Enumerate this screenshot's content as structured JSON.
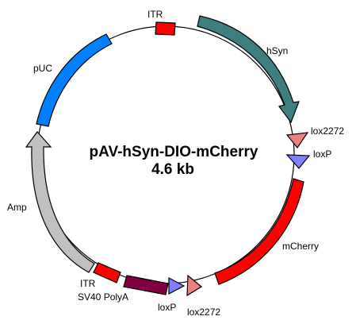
{
  "plasmid": {
    "name": "pAV-hSyn-DIO-mCherry",
    "size": "4.6 kb"
  },
  "features": [
    {
      "id": "itr-top",
      "label": "ITR",
      "kind": "block",
      "color": "#ff0000"
    },
    {
      "id": "hsyn",
      "label": "hSyn",
      "kind": "arrow",
      "color": "#3d7f7f"
    },
    {
      "id": "lox2272-right",
      "label": "lox2272",
      "kind": "triangle",
      "color": "#f08080"
    },
    {
      "id": "loxp-right",
      "label": "loxP",
      "kind": "triangle",
      "color": "#8080ff"
    },
    {
      "id": "mcherry",
      "label": "mCherry",
      "kind": "block",
      "color": "#ff0000"
    },
    {
      "id": "lox2272-bottom",
      "label": "lox2272",
      "kind": "triangle",
      "color": "#f08080"
    },
    {
      "id": "loxp-bottom",
      "label": "loxP",
      "kind": "triangle",
      "color": "#8080ff"
    },
    {
      "id": "sv40",
      "label": "SV40 PolyA",
      "kind": "block",
      "color": "#800040"
    },
    {
      "id": "itr-bottom",
      "label": "ITR",
      "kind": "block",
      "color": "#ff0000"
    },
    {
      "id": "amp",
      "label": "Amp",
      "kind": "arrow",
      "color": "#c0c0c0"
    },
    {
      "id": "puc",
      "label": "pUC",
      "kind": "block",
      "color": "#0080ff"
    }
  ]
}
